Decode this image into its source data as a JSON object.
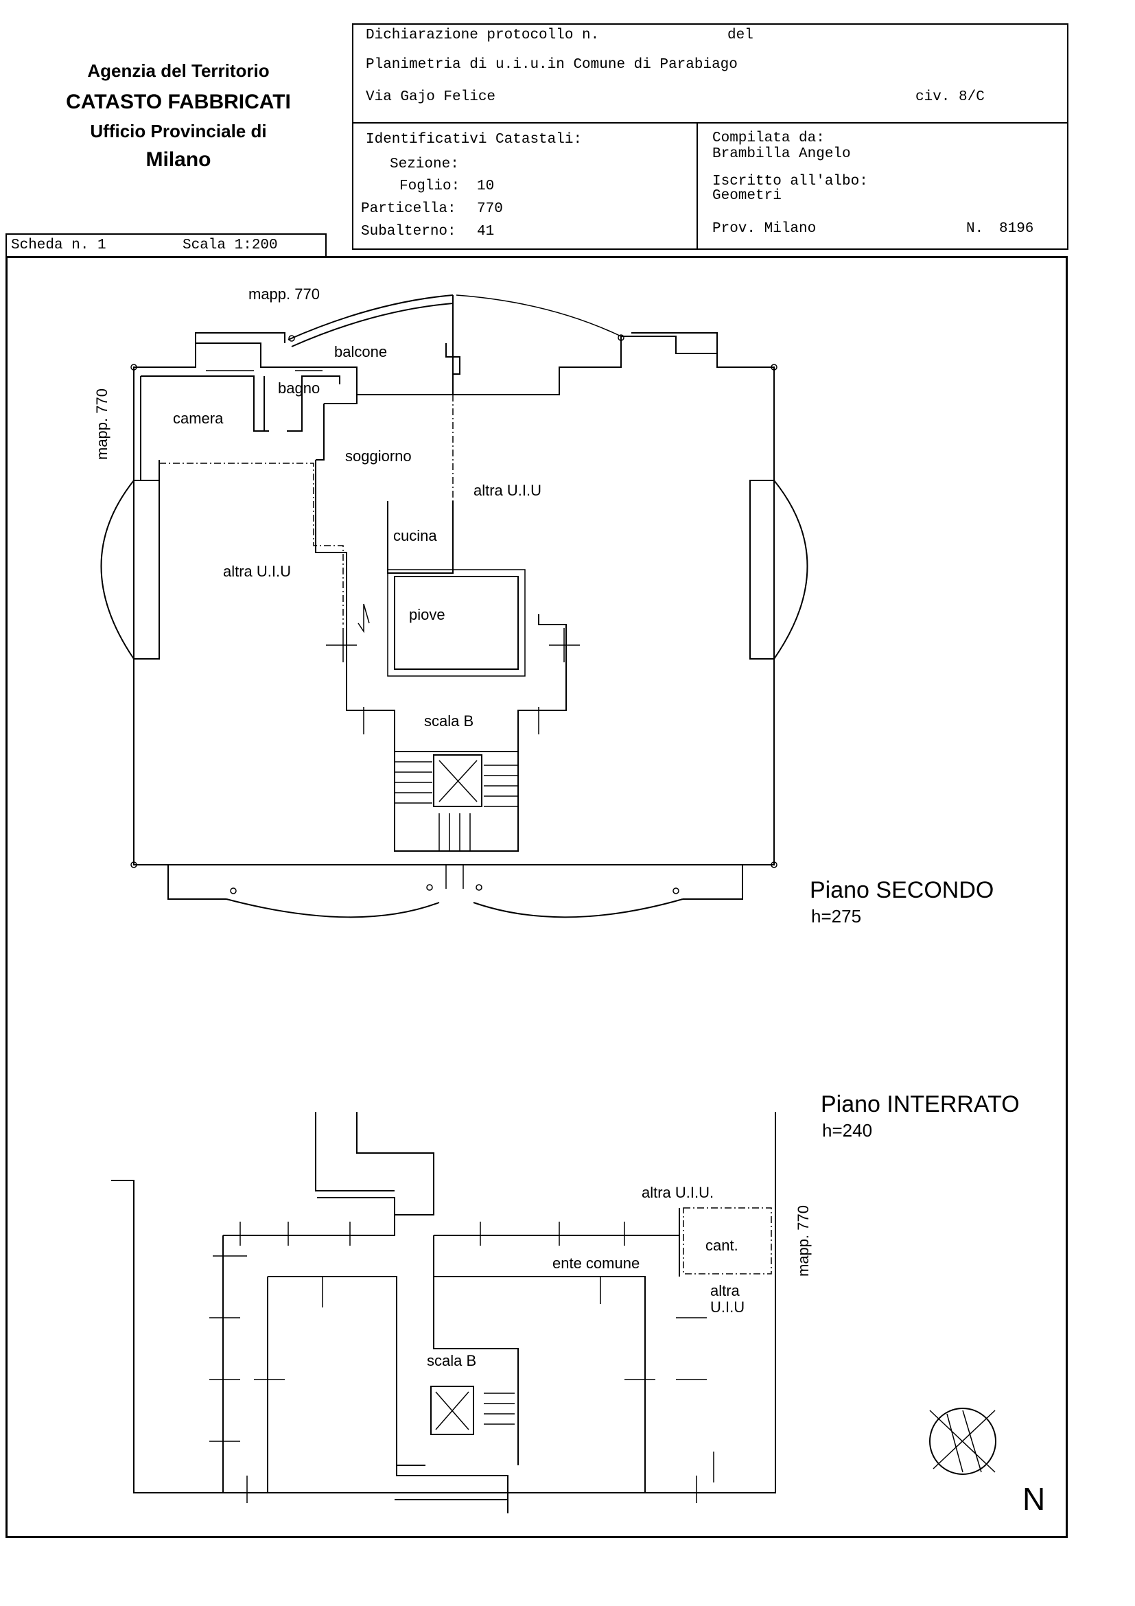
{
  "agency": {
    "line1": "Agenzia del Territorio",
    "line2": "CATASTO FABBRICATI",
    "line3": "Ufficio Provinciale di",
    "line4": "Milano"
  },
  "declaration": {
    "protocol_label": "Dichiarazione protocollo n.",
    "del_label": "del",
    "plan_label": "Planimetria di u.i.u.in Comune di Parabiago",
    "street": "Via Gajo Felice",
    "civic": "civ. 8/C"
  },
  "identifiers": {
    "title": "Identificativi Catastali:",
    "sezione_label": "Sezione:",
    "sezione_value": "",
    "foglio_label": "Foglio:",
    "foglio_value": "10",
    "particella_label": "Particella:",
    "particella_value": "770",
    "subalterno_label": "Subalterno:",
    "subalterno_value": "41"
  },
  "compiler": {
    "label": "Compilata da:",
    "name": "Brambilla Angelo",
    "register_label": "Iscritto all'albo:",
    "register_value": "Geometri",
    "province": "Prov. Milano",
    "number_label": "N.",
    "number_value": "8196"
  },
  "sheet": {
    "scheda": "Scheda n. 1",
    "scala": "Scala 1:200"
  },
  "plan_upper": {
    "floor": "Piano SECONDO",
    "height": "h=275",
    "labels": {
      "mapp_top": "mapp. 770",
      "mapp_left": "mapp. 770",
      "balcone": "balcone",
      "bagno": "bagno",
      "camera": "camera",
      "soggiorno": "soggiorno",
      "altra_right": "altra U.I.U",
      "cucina": "cucina",
      "altra_left": "altra U.I.U",
      "piove": "piove",
      "scala": "scala B"
    }
  },
  "plan_lower": {
    "floor": "Piano INTERRATO",
    "height": "h=240",
    "labels": {
      "altra_top": "altra U.I.U.",
      "cant": "cant.",
      "mapp_right": "mapp. 770",
      "ente": "ente comune",
      "altra_line1": "altra",
      "altra_line2": "U.I.U",
      "scala": "scala B"
    }
  },
  "north": "N"
}
